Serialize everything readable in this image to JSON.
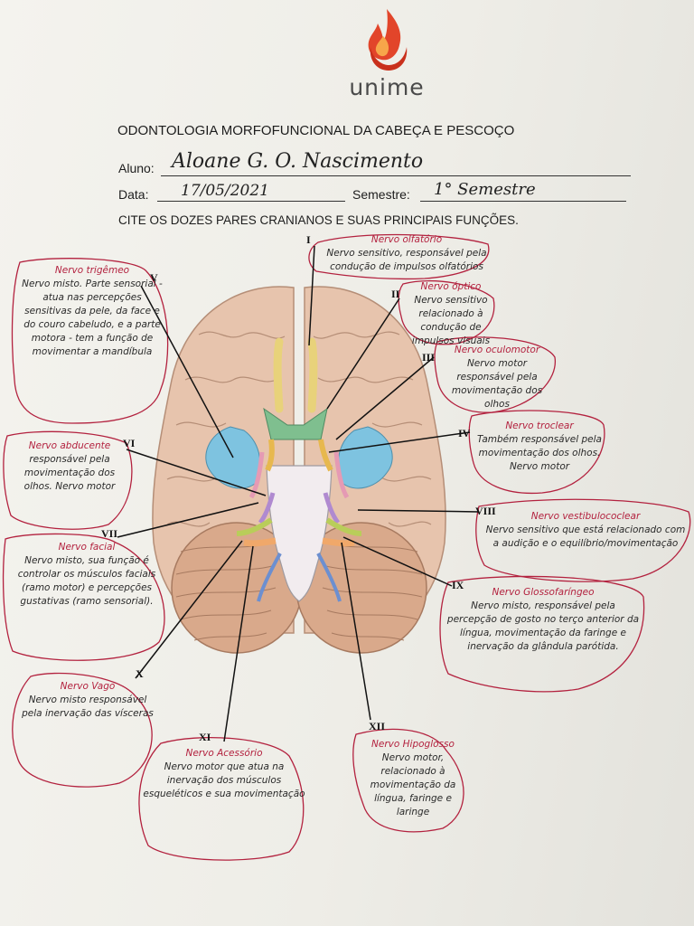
{
  "header": {
    "logo_text": "unime",
    "course_title": "ODONTOLOGIA MORFOFUNCIONAL DA CABEÇA E PESCOÇO",
    "student_label": "Aluno:",
    "student_value": "Aloane G. O. Nascimento",
    "date_label": "Data:",
    "date_value": "17/05/2021",
    "semester_label": "Semestre:",
    "semester_value": "1° Semestre"
  },
  "question": "CITE OS DOZES PARES CRANIANOS E SUAS PRINCIPAIS FUNÇÕES.",
  "colors": {
    "annotation_title": "#b3223f",
    "annotation_outline": "#b3223f",
    "leader_line": "#111111"
  },
  "nerves": [
    {
      "numeral": "I",
      "title": "Nervo olfatório",
      "text": "Nervo sensitivo, responsável pela condução de impulsos olfatórios"
    },
    {
      "numeral": "II",
      "title": "Nervo óptico",
      "text": "Nervo sensitivo relacionado à condução de impulsos visuais"
    },
    {
      "numeral": "III",
      "title": "Nervo oculomotor",
      "text": "Nervo motor responsável pela movimentação dos olhos"
    },
    {
      "numeral": "IV",
      "title": "Nervo troclear",
      "text": "Também responsável pela movimentação dos olhos. Nervo motor"
    },
    {
      "numeral": "V",
      "title": "Nervo trigêmeo",
      "text": "Nervo misto. Parte sensorial - atua nas percepções sensitivas da pele, da face e do couro cabeludo, e a parte motora - tem a função de movimentar a mandíbula"
    },
    {
      "numeral": "VI",
      "title": "Nervo abducente",
      "text": "responsável pela movimentação dos olhos. Nervo motor"
    },
    {
      "numeral": "VII",
      "title": "Nervo facial",
      "text": "Nervo misto, sua função é controlar os músculos faciais (ramo motor) e percepções gustativas (ramo sensorial)."
    },
    {
      "numeral": "VIII",
      "title": "Nervo vestibulococlear",
      "text": "Nervo sensitivo que está relacionado com a audição e o equilíbrio/movimentação"
    },
    {
      "numeral": "IX",
      "title": "Nervo Glossofaríngeo",
      "text": "Nervo misto, responsável pela percepção de gosto no terço anterior da língua, movimentação da faringe e inervação da glândula parótida."
    },
    {
      "numeral": "X",
      "title": "Nervo Vago",
      "text": "Nervo misto responsável pela inervação das vísceras"
    },
    {
      "numeral": "XI",
      "title": "Nervo Acessório",
      "text": "Nervo motor que atua na inervação dos músculos esqueléticos e sua movimentação"
    },
    {
      "numeral": "XII",
      "title": "Nervo Hipoglosso",
      "text": "Nervo motor, relacionado à movimentação da língua, faringe e laringe"
    }
  ]
}
